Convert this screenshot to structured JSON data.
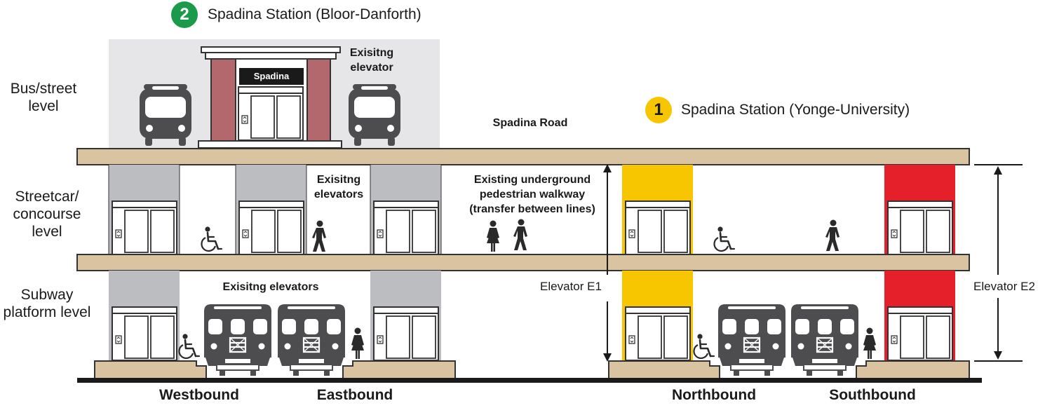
{
  "colors": {
    "green": "#1a9a4a",
    "yellow": "#f7c600",
    "red": "#e5202a",
    "slab": "#d9c3a0",
    "shaft": "#bcbdc0",
    "station_building": "#b3686e",
    "bus": "#4d4d4f",
    "plaza": "#e6e6e8"
  },
  "stations": {
    "bloor": {
      "badge": "2",
      "name": "Spadina Station (Bloor-Danforth)"
    },
    "yonge": {
      "badge": "1",
      "name": "Spadina Station (Yonge-University)"
    }
  },
  "levels": {
    "bus": "Bus/street level",
    "streetcar": "Streetcar/ concourse level",
    "subway": "Subway platform level"
  },
  "building_sign": "Spadina",
  "labels": {
    "existing_elevator": "Exisitng elevator",
    "existing_elevators_concourse": "Exisitng elevators",
    "existing_elevators_platform": "Exisitng elevators",
    "road": "Spadina Road",
    "walkway": "Existing underground pedestrian walkway (transfer between lines)",
    "elevator_e1": "Elevator E1",
    "elevator_e2": "Elevator E2"
  },
  "directions": [
    "Westbound",
    "Eastbound",
    "Northbound",
    "Southbound"
  ],
  "icons": {
    "bus": "bus-icon",
    "train": "subway-train-icon",
    "wheelchair": "wheelchair-icon",
    "man": "man-icon",
    "woman": "woman-icon",
    "elevator": "elevator-door-icon"
  }
}
